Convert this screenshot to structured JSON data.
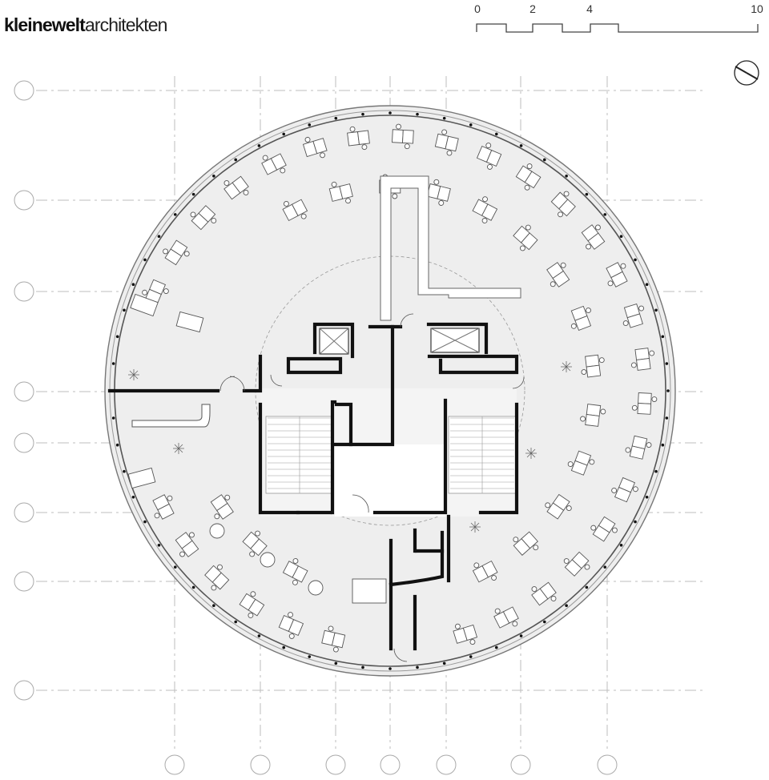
{
  "logo": {
    "bold": "kleinewelt",
    "light": "architekten"
  },
  "scale_bar": {
    "labels": [
      "0",
      "2",
      "4",
      "10"
    ]
  },
  "colors": {
    "line": "#111111",
    "floor": "#eeeeee",
    "grid": "#bbbbbb",
    "glass": "#9a9a9a"
  },
  "icons": {
    "north_arrow": "north-arrow-icon"
  }
}
